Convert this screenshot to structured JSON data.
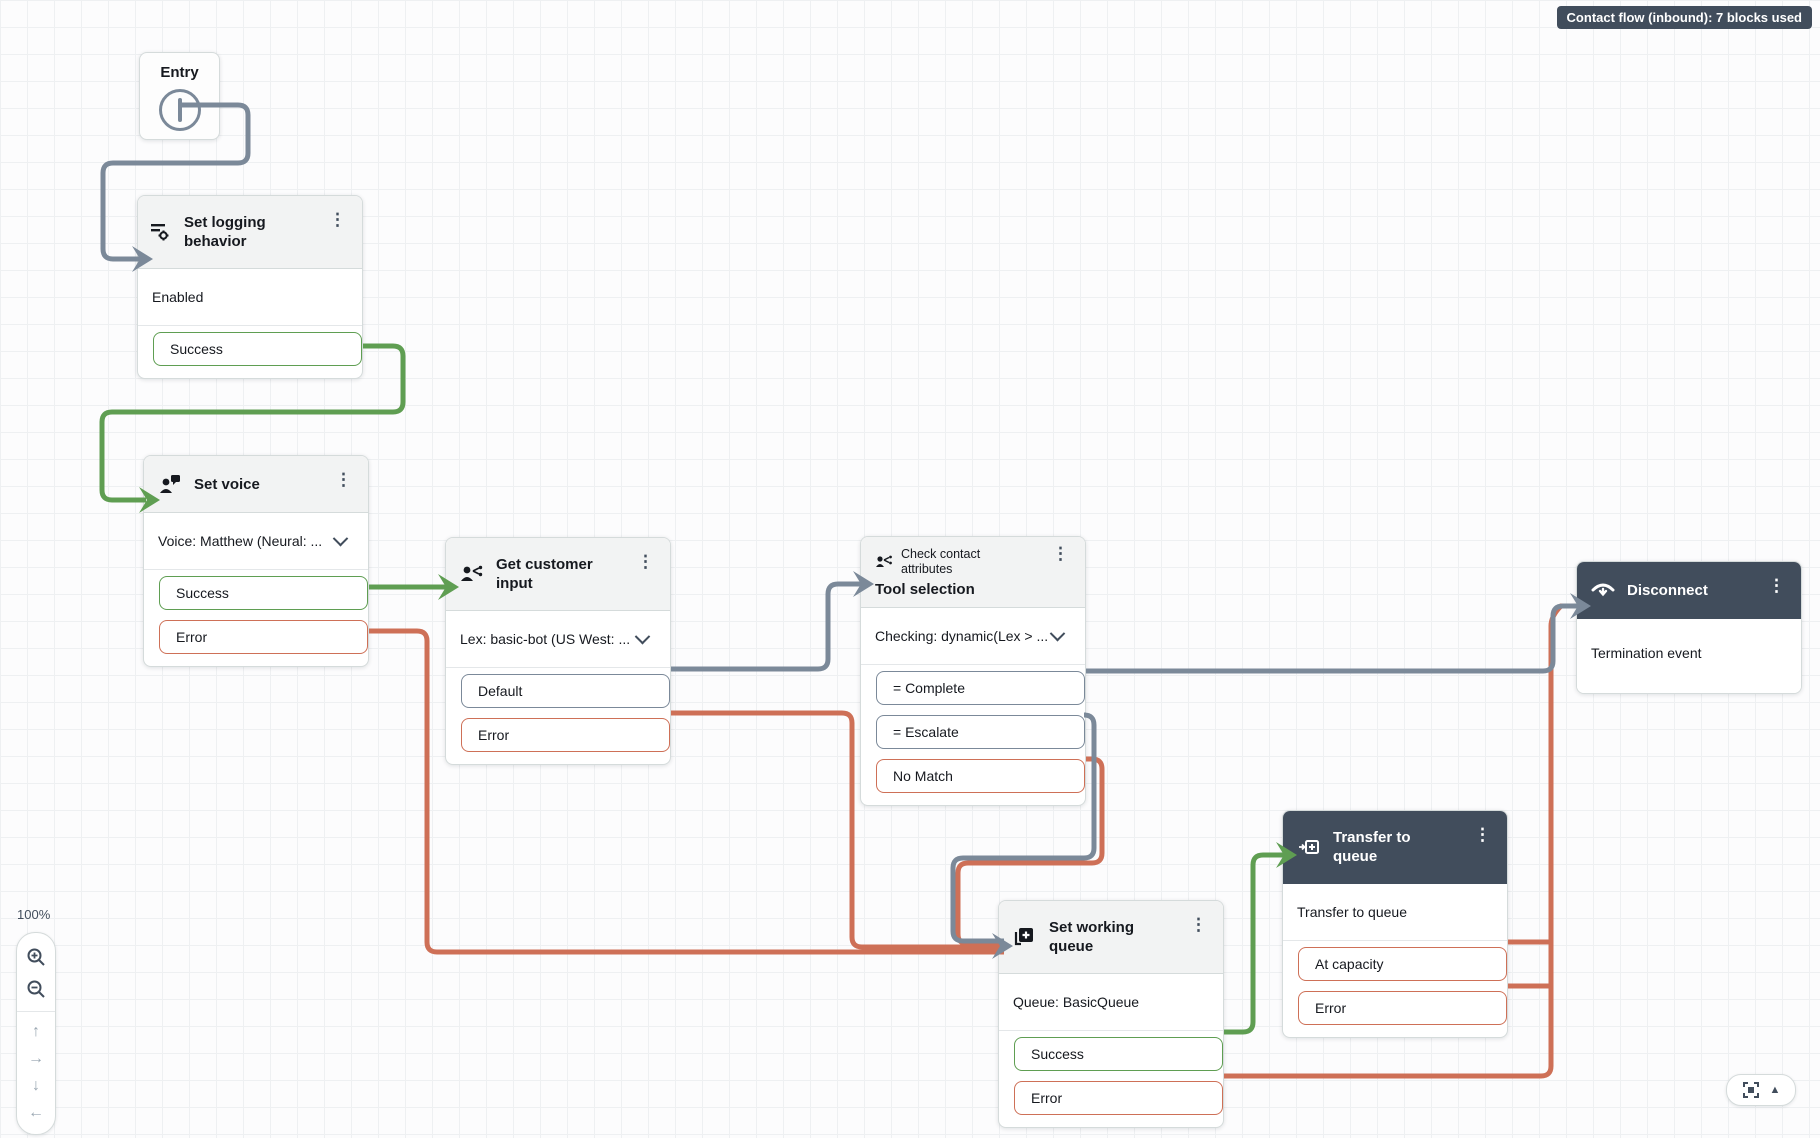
{
  "badge": {
    "label": "Contact flow (inbound): 7 blocks used"
  },
  "nodes": {
    "entry": {
      "title": "Entry"
    },
    "set_logging": {
      "title": "Set logging behavior",
      "body": "Enabled",
      "ports": {
        "success": "Success"
      }
    },
    "set_voice": {
      "title": "Set voice",
      "body": "Voice: Matthew (Neural: ...",
      "ports": {
        "success": "Success",
        "error": "Error"
      }
    },
    "get_customer_input": {
      "title": "Get customer input",
      "body": "Lex: basic-bot (US West: ...",
      "ports": {
        "default": "Default",
        "error": "Error"
      }
    },
    "check_attributes": {
      "category": "Check contact attributes",
      "title": "Tool selection",
      "body": "Checking: dynamic(Lex > ...",
      "ports": {
        "complete": "= Complete",
        "escalate": "= Escalate",
        "no_match": "No Match"
      }
    },
    "disconnect": {
      "title": "Disconnect",
      "body": "Termination event"
    },
    "transfer_queue": {
      "title": "Transfer to queue",
      "body": "Transfer to queue",
      "ports": {
        "at_capacity": "At capacity",
        "error": "Error"
      }
    },
    "set_working_queue": {
      "title": "Set working queue",
      "body": "Queue: BasicQueue",
      "ports": {
        "success": "Success",
        "error": "Error"
      }
    }
  },
  "connections": [
    {
      "from": "Entry",
      "output": "",
      "to": "Set logging behavior"
    },
    {
      "from": "Set logging behavior",
      "output": "Success",
      "to": "Set voice"
    },
    {
      "from": "Set voice",
      "output": "Success",
      "to": "Get customer input"
    },
    {
      "from": "Set voice",
      "output": "Error",
      "to": "Set working queue"
    },
    {
      "from": "Get customer input",
      "output": "Default",
      "to": "Check contact attributes"
    },
    {
      "from": "Get customer input",
      "output": "Error",
      "to": "Set working queue"
    },
    {
      "from": "Check contact attributes",
      "output": "= Complete",
      "to": "Disconnect"
    },
    {
      "from": "Check contact attributes",
      "output": "= Escalate",
      "to": "Set working queue"
    },
    {
      "from": "Check contact attributes",
      "output": "No Match",
      "to": "Set working queue"
    },
    {
      "from": "Set working queue",
      "output": "Success",
      "to": "Transfer to queue"
    },
    {
      "from": "Set working queue",
      "output": "Error",
      "to": "Disconnect"
    },
    {
      "from": "Transfer to queue",
      "output": "At capacity",
      "to": "Disconnect"
    },
    {
      "from": "Transfer to queue",
      "output": "Error",
      "to": "Disconnect"
    }
  ],
  "zoom_controls": {
    "zoom_level": "100%"
  },
  "icons": {
    "kebab": "⋮",
    "arrow_up": "↑",
    "arrow_right": "→",
    "arrow_down": "↓",
    "arrow_left": "←",
    "collapse_triangle": "▲"
  },
  "colors": {
    "success_path": "#5f9e52",
    "error_path": "#ce7057",
    "neutral_path": "#7b8999",
    "dark_header": "#414d5c",
    "badge_background": "#414d5c"
  }
}
